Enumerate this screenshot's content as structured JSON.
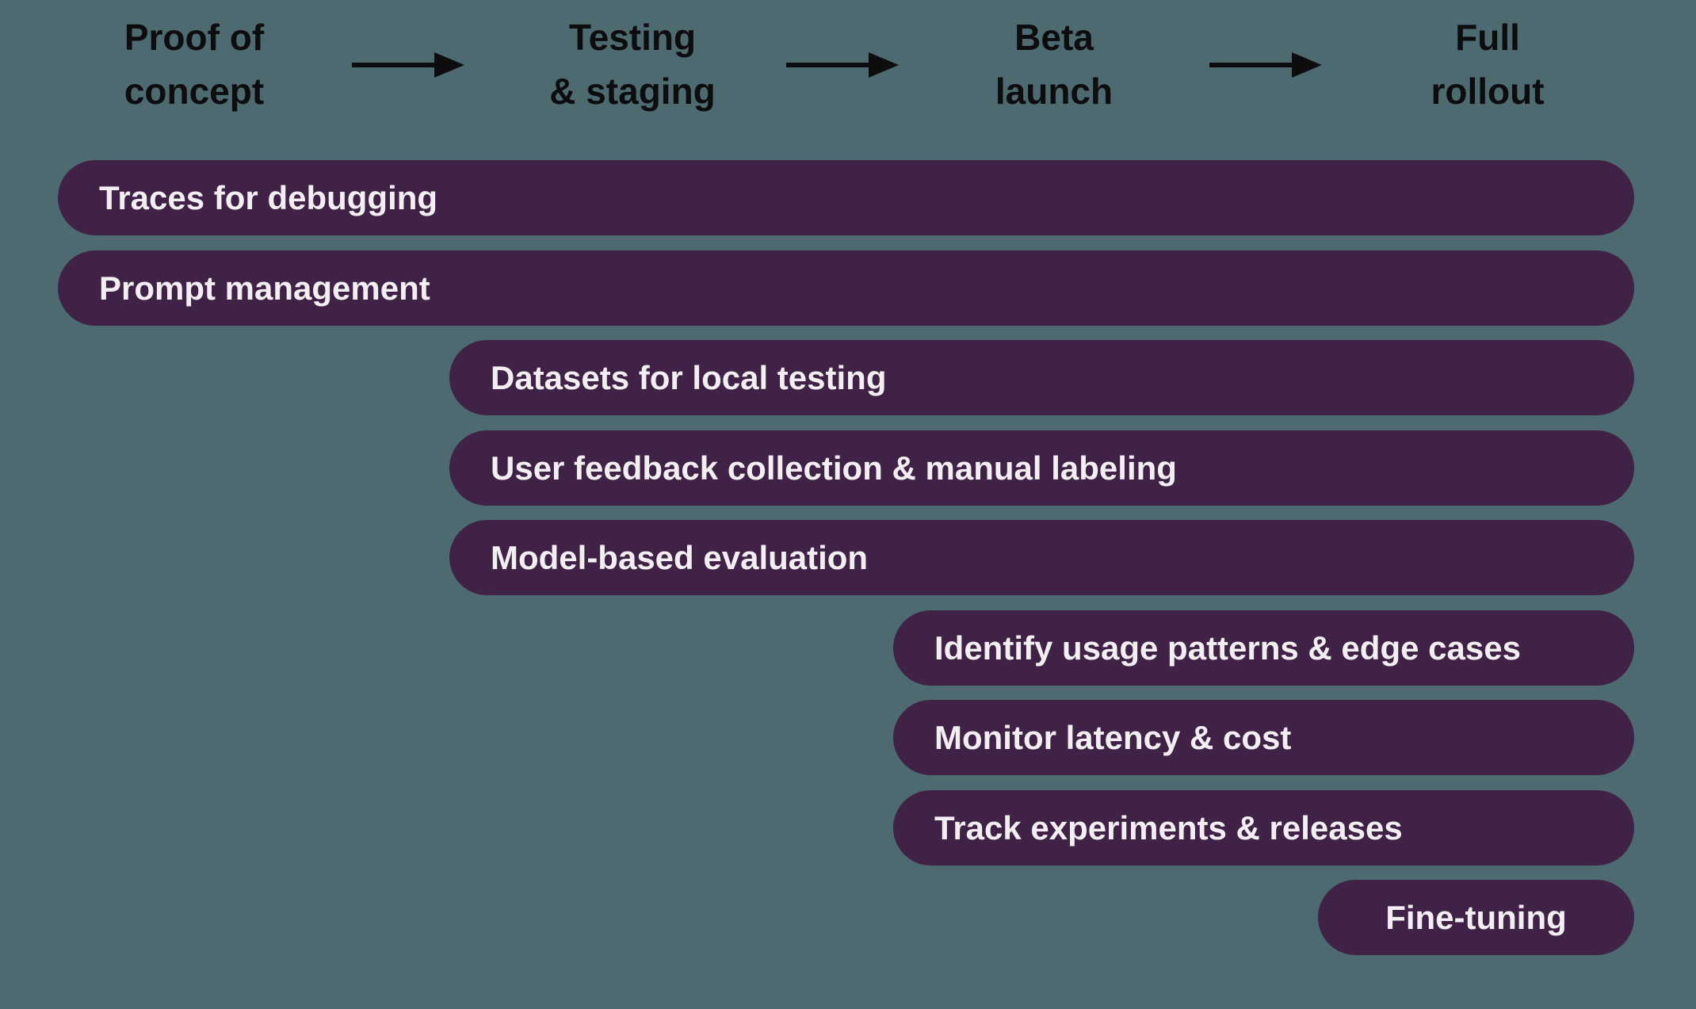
{
  "diagram_type": "product-roadmap-gantt",
  "colors": {
    "background": "#4D6A70",
    "bar": "#3F2245",
    "bar_text": "#F2EEF2",
    "header_text": "#0D0D0F"
  },
  "phases": [
    {
      "line1": "Proof of",
      "line2": "concept"
    },
    {
      "line1": "Testing",
      "line2": "& staging"
    },
    {
      "line1": "Beta",
      "line2": "launch"
    },
    {
      "line1": "Full",
      "line2": "rollout"
    }
  ],
  "bars": [
    {
      "label": "Traces for debugging",
      "start_phase": "Proof of concept"
    },
    {
      "label": "Prompt management",
      "start_phase": "Proof of concept"
    },
    {
      "label": "Datasets for local testing",
      "start_phase": "Testing & staging"
    },
    {
      "label": "User feedback collection & manual labeling",
      "start_phase": "Testing & staging"
    },
    {
      "label": "Model-based evaluation",
      "start_phase": "Testing & staging"
    },
    {
      "label": "Identify usage patterns & edge cases",
      "start_phase": "Beta launch"
    },
    {
      "label": "Monitor latency & cost",
      "start_phase": "Beta launch"
    },
    {
      "label": "Track experiments & releases",
      "start_phase": "Beta launch"
    },
    {
      "label": "Fine-tuning",
      "start_phase": "Full rollout"
    }
  ]
}
